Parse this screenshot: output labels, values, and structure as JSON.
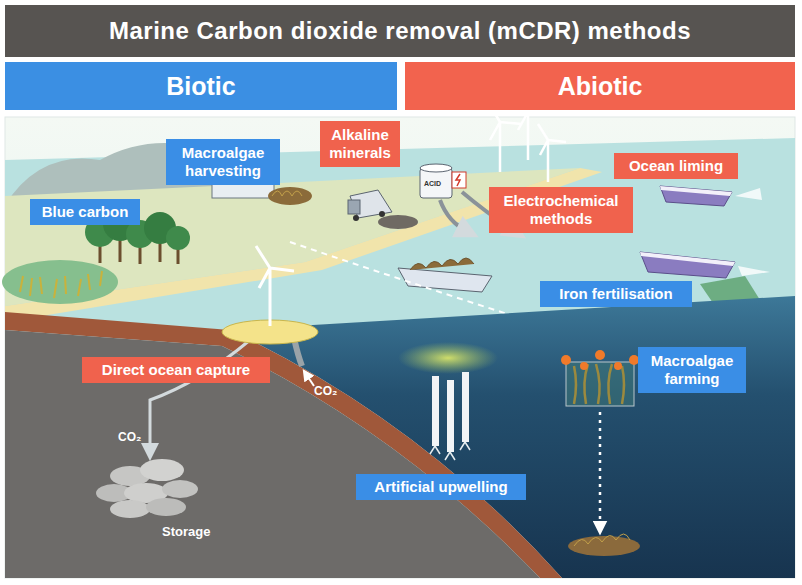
{
  "diagram": {
    "title": "Marine Carbon dioxide removal (mCDR) methods",
    "nodes": [
      {
        "text": [
          "Biotic"
        ]
      },
      {
        "text": [
          "Abiotic"
        ]
      },
      {
        "text": [
          "Alkaline minerals"
        ]
      },
      {
        "text": [
          "Macroalgae harvesting"
        ]
      },
      {
        "text": [
          "Ocean liming"
        ]
      },
      {
        "text": [
          "Electrochemical methods"
        ]
      },
      {
        "text": [
          "Blue carbon"
        ]
      },
      {
        "text": [
          "Iron fertilisation"
        ]
      },
      {
        "text": [
          "Macroalgae farming"
        ]
      },
      {
        "text": [
          "Direct ocean capture"
        ]
      },
      {
        "text": [
          "Artificial upwelling"
        ]
      }
    ],
    "labels": [
      "ACID",
      "CO₂",
      "CO₂",
      "Storage"
    ]
  }
}
